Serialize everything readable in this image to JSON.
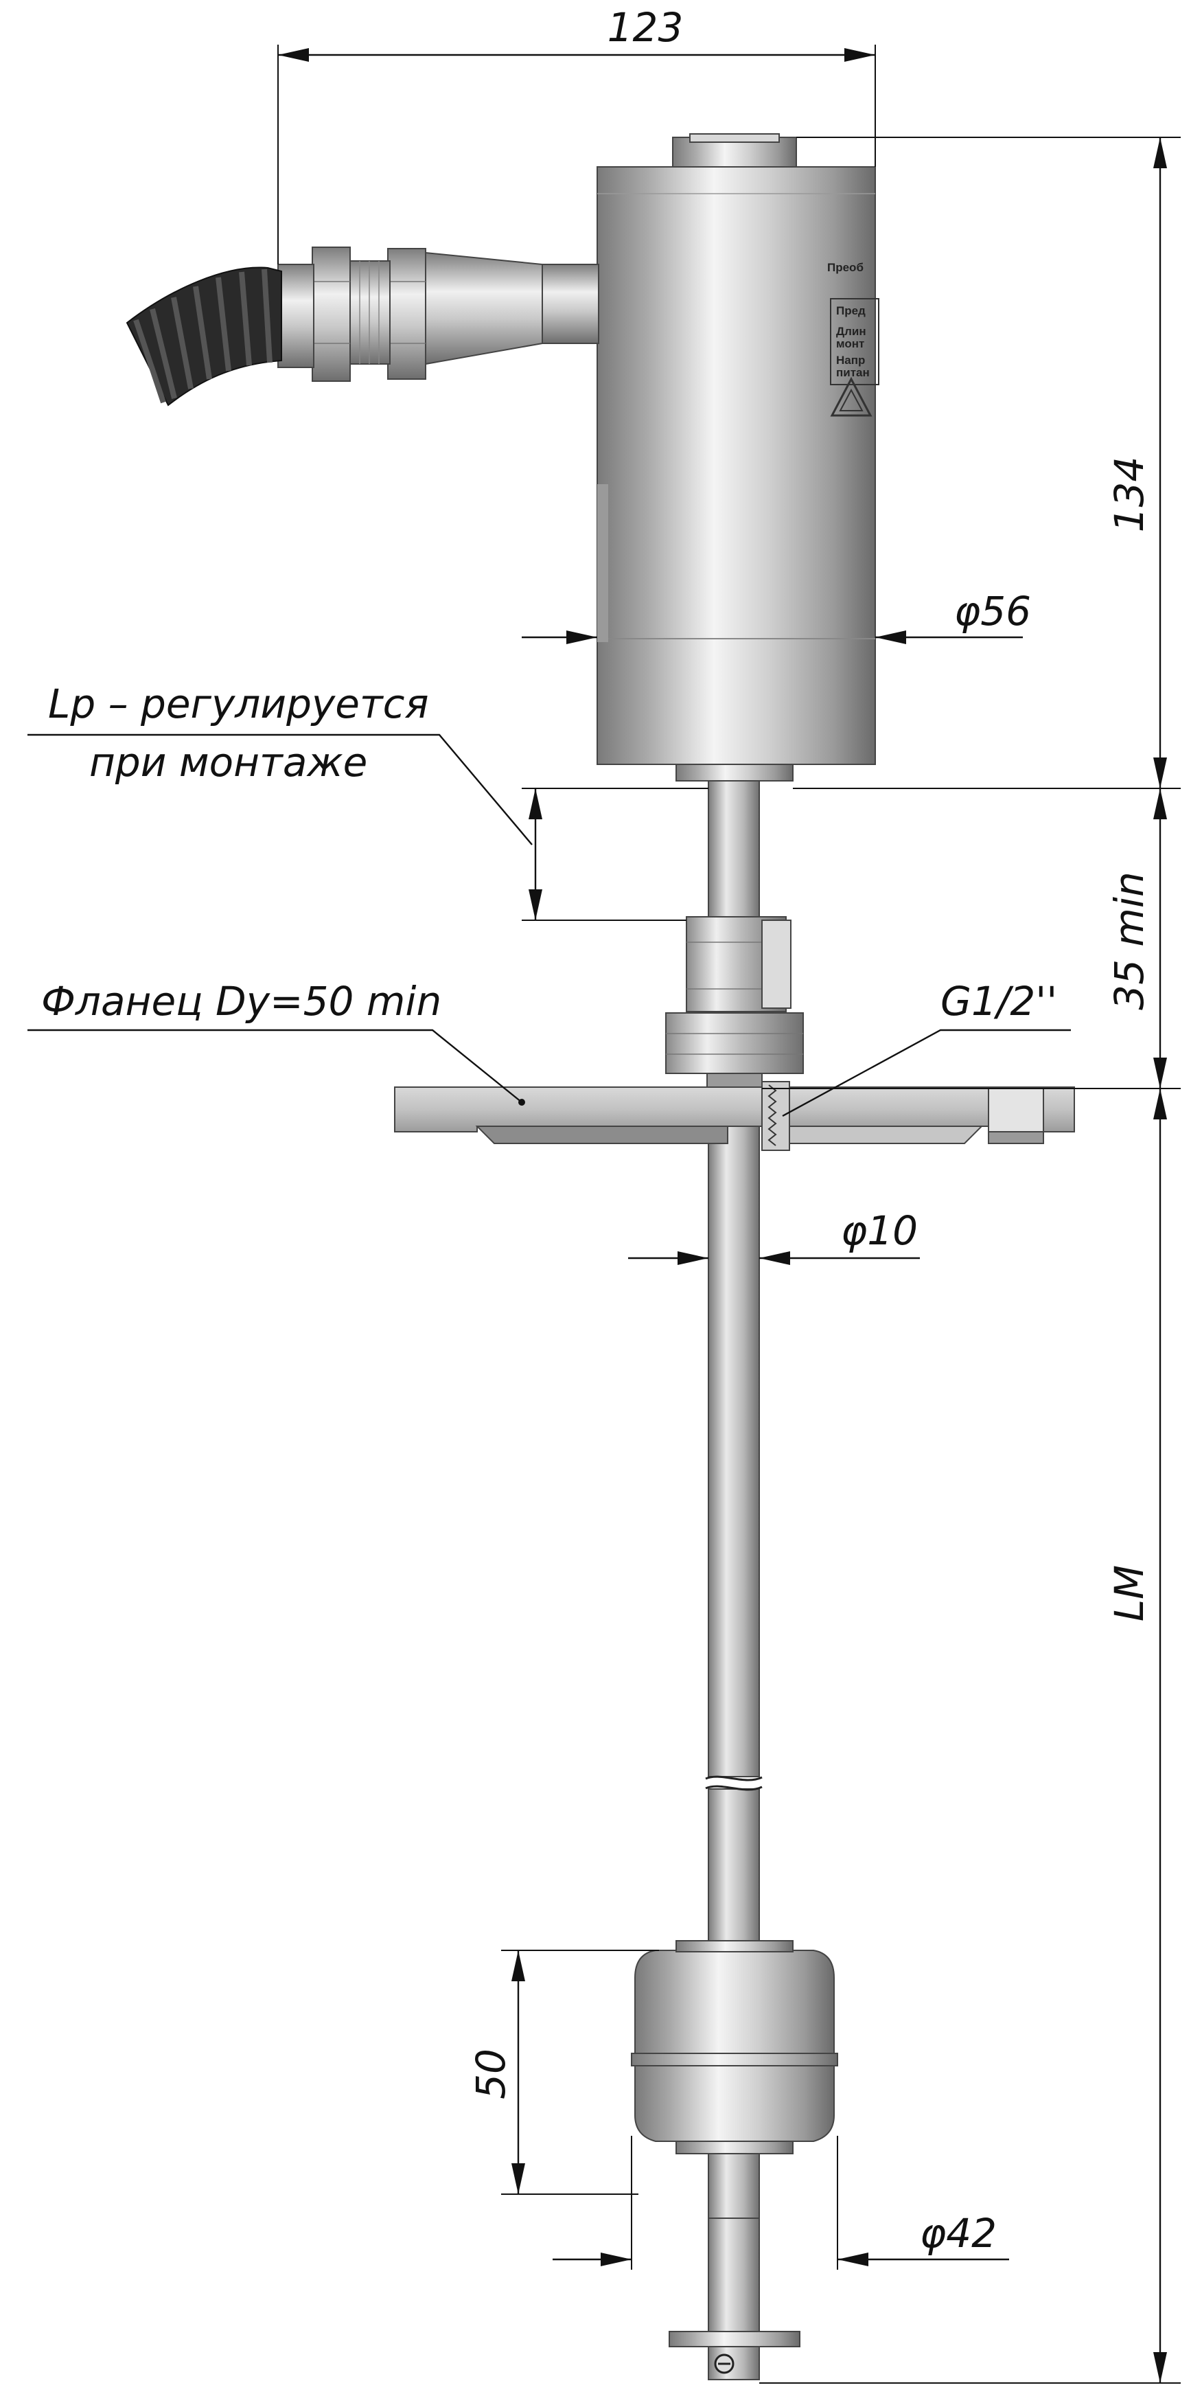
{
  "dimensions": {
    "width_total": "123",
    "height_housing": "134",
    "diameter_housing": "φ56",
    "min_flange_gap": "35 min",
    "diameter_rod": "φ10",
    "thread": "G1/2''",
    "length_lm": "LM",
    "float_height": "50",
    "diameter_float": "φ42"
  },
  "notes": {
    "lp_line1": "Lp – регулируется",
    "lp_line2": "при монтаже",
    "flange": "Фланец Dy=50 min"
  },
  "housing_label": {
    "title": "Преоб",
    "row1": "Пред",
    "row2": "Длин",
    "row3": "монт",
    "row4": "Напр",
    "row5": "питан"
  },
  "colors": {
    "metal_dark": "#6e6e6e",
    "metal_mid": "#bdbdbd",
    "metal_light": "#f2f2f2",
    "cable": "#1a1a1a",
    "line": "#111111"
  }
}
